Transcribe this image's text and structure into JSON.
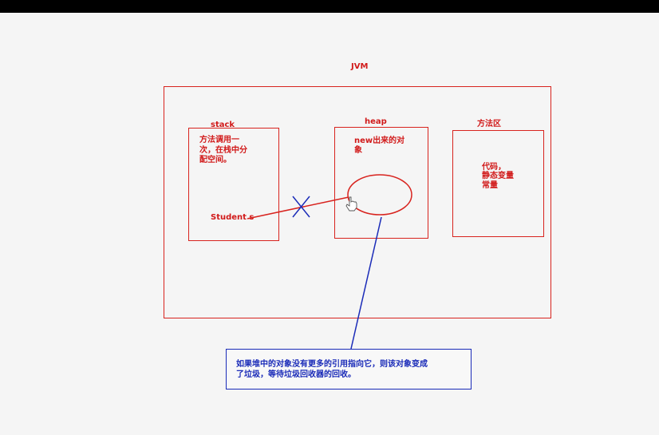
{
  "jvm": {
    "title": "JVM"
  },
  "stack": {
    "title": "stack",
    "desc_line1": "方法调用一",
    "desc_line2": "次，在栈中分",
    "desc_line3": "配空间。",
    "var": "Student s"
  },
  "heap": {
    "title": "heap",
    "desc_line1": "new出来的对",
    "desc_line2": "象"
  },
  "method_area": {
    "title": "方法区",
    "line1": "代码，",
    "line2": "静态变量",
    "line3": "常量"
  },
  "note": {
    "line1": "如果堆中的对象没有更多的引用指向它，则该对象变成",
    "line2": "了垃圾，等待垃圾回收器的回收。"
  },
  "colors": {
    "red": "#d8231e",
    "blue": "#1a2bb8",
    "background": "#f5f5f5"
  }
}
